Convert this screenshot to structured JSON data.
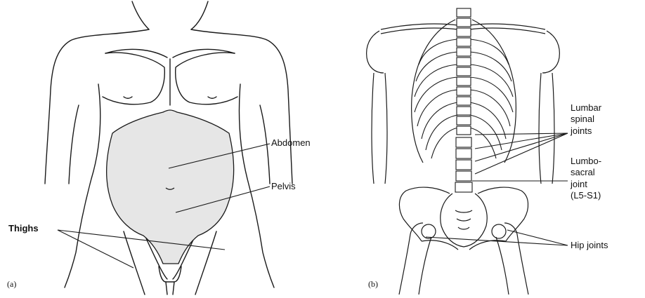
{
  "panel_a": {
    "tag": "(a)",
    "labels": {
      "abdomen": "Abdomen",
      "pelvis": "Pelvis",
      "thighs": "Thighs"
    }
  },
  "panel_b": {
    "tag": "(b)",
    "labels": {
      "lumbar_spinal_joints": [
        "Lumbar",
        "spinal",
        "joints"
      ],
      "lumbosacral_joint": [
        "Lumbo-",
        "sacral",
        "joint",
        "(L5-S1)"
      ],
      "hip_joints": "Hip joints"
    }
  },
  "colors": {
    "shaded_region": "#e6e6e6",
    "line": "#1a1a1a"
  }
}
